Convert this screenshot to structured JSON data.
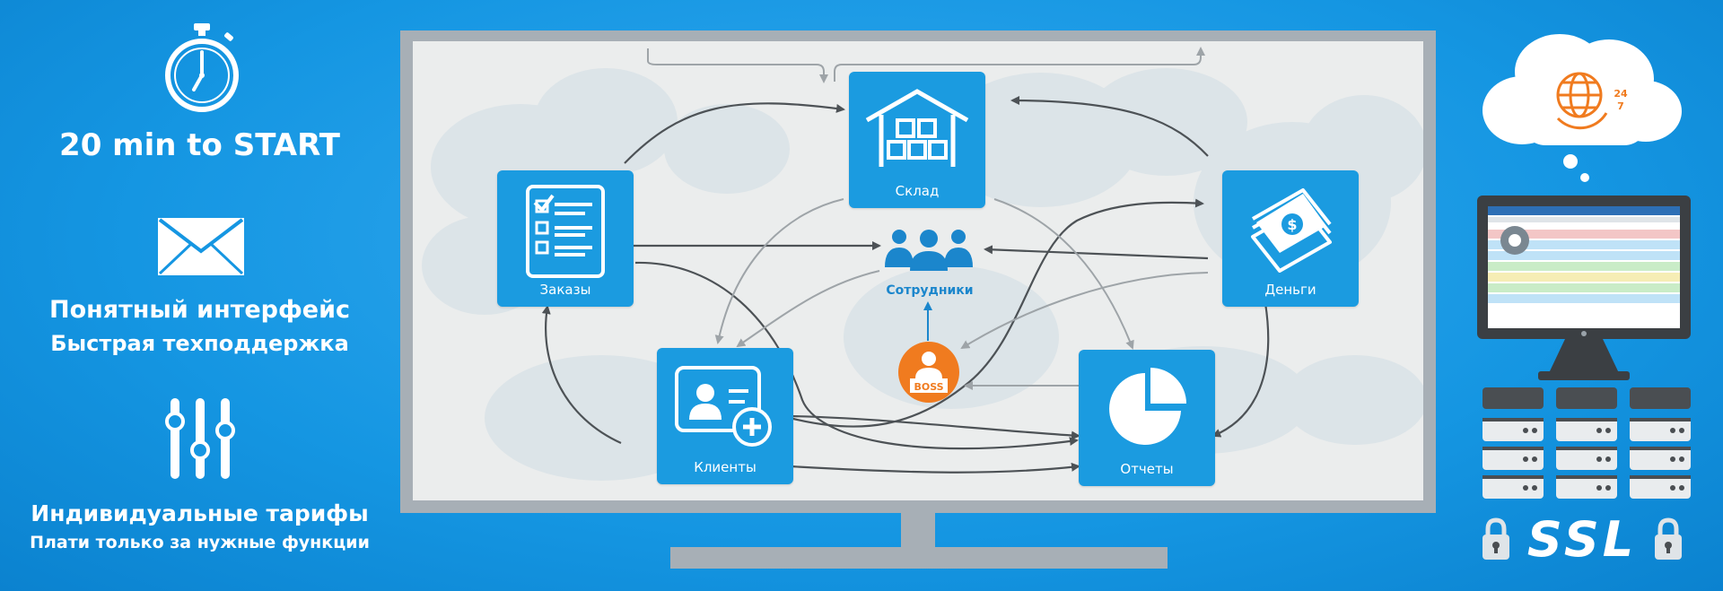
{
  "features": [
    {
      "title": "20 min to START",
      "subtitle": "",
      "icon": "stopwatch-icon"
    },
    {
      "title": "Понятный интерфейс",
      "subtitle": "Быстрая техподдержка",
      "icon": "envelope-icon"
    },
    {
      "title": "Индивидуальные тарифы",
      "subtitle": "Плати только за нужные функции",
      "icon": "sliders-icon"
    }
  ],
  "diagram": {
    "nodes": {
      "warehouse": "Склад",
      "orders": "Заказы",
      "money": "Деньги",
      "clients": "Клиенты",
      "reports": "Отчеты",
      "employees": "Сотрудники",
      "boss": "BOSS"
    }
  },
  "hosting": {
    "cloud_badge": "24/7",
    "cloud_badge_top": "24",
    "cloud_badge_bottom": "7",
    "ssl_label": "SSL"
  },
  "colors": {
    "background": "#1596e2",
    "node": "#1b9be0",
    "boss": "#f07b1f",
    "monitor_frame": "#a7afb6",
    "screen": "#ebeded"
  }
}
